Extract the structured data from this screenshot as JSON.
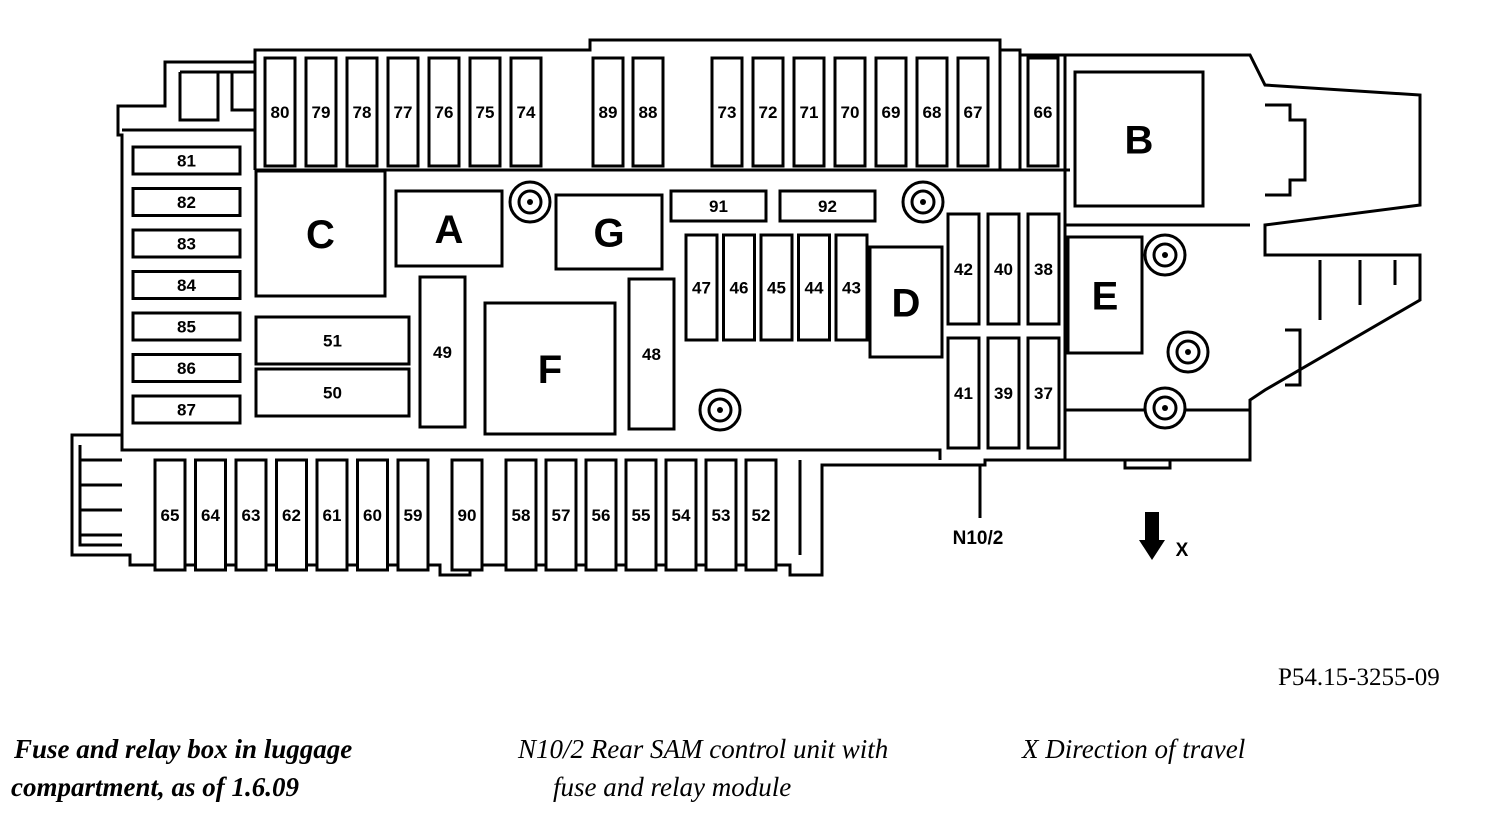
{
  "diagram": {
    "fuses_top_left": [
      "80",
      "79",
      "78",
      "77",
      "76",
      "75",
      "74"
    ],
    "fuses_top_mid": [
      "89",
      "88"
    ],
    "fuses_top_right": [
      "73",
      "72",
      "71",
      "70",
      "69",
      "68",
      "67"
    ],
    "fuse_top_far": "66",
    "fuses_left_column": [
      "81",
      "82",
      "83",
      "84",
      "85",
      "86",
      "87"
    ],
    "fuses_bottom_left": [
      "65",
      "64",
      "63",
      "62",
      "61",
      "60",
      "59"
    ],
    "fuse_bottom_mid": "90",
    "fuses_bottom_right": [
      "58",
      "57",
      "56",
      "55",
      "54",
      "53",
      "52"
    ],
    "fuses_middle_row": [
      "47",
      "46",
      "45",
      "44",
      "43"
    ],
    "fuses_right_upper": [
      "42",
      "40",
      "38"
    ],
    "fuses_right_lower": [
      "41",
      "39",
      "37"
    ],
    "fuse_51": "51",
    "fuse_50": "50",
    "fuse_49": "49",
    "fuse_48": "48",
    "fuse_91": "91",
    "fuse_92": "92",
    "relays": {
      "A": "A",
      "B": "B",
      "C": "C",
      "D": "D",
      "E": "E",
      "F": "F",
      "G": "G"
    },
    "callout_label": "N10/2",
    "direction_label": "X"
  },
  "figure_ref": "P54.15-3255-09",
  "legend": {
    "item1_line1": "Fuse and relay box in luggage",
    "item1_line2": "compartment, as of 1.6.09",
    "item2_line1": "N10/2 Rear SAM control unit with",
    "item2_line2": "fuse and relay module",
    "item3": "X Direction of travel"
  }
}
